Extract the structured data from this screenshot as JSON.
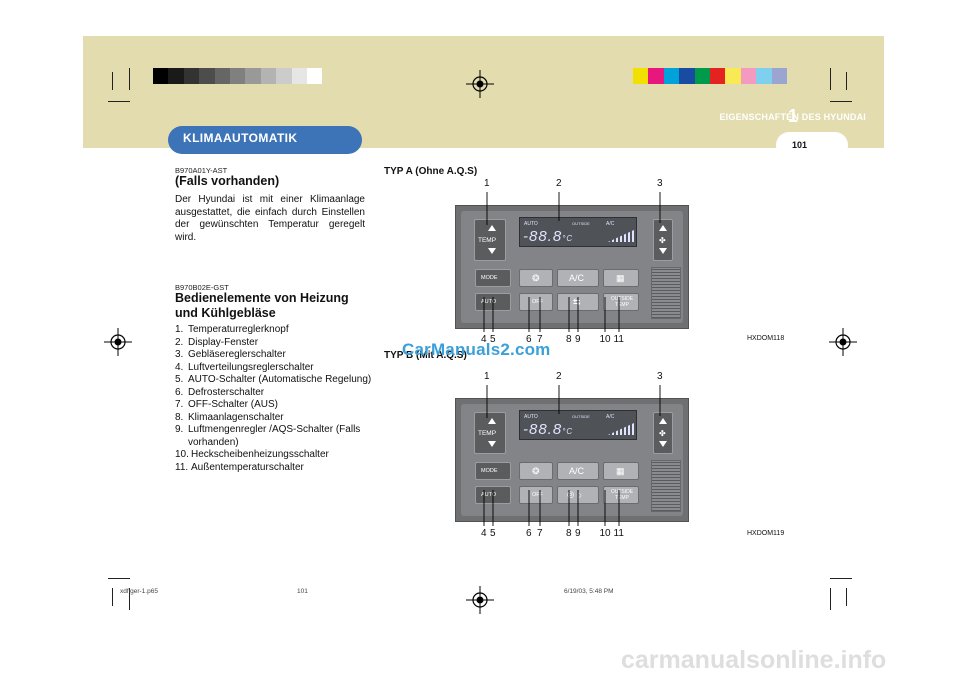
{
  "header": {
    "chapter_label": "EIGENSCHAFTEN DES HYUNDAI",
    "chapter_number": "1",
    "page_number": "101",
    "section_title": "KLIMAAUTOMATIK"
  },
  "colors": {
    "band": "#e3dcae",
    "section_tab": "#3c74b7",
    "watermark": "#3aa0d8",
    "registration_bar_left": [
      "#000000",
      "#1a1a1a",
      "#333333",
      "#4d4d4d",
      "#666666",
      "#808080",
      "#999999",
      "#b3b3b3",
      "#cccccc",
      "#e6e6e6",
      "#ffffff"
    ],
    "registration_bar_right": [
      "#f2e000",
      "#e8177d",
      "#00a3d9",
      "#1a4ba3",
      "#009a4b",
      "#e42321",
      "#f7ea55",
      "#f49ac1",
      "#7fd0ee",
      "#9aa6cf"
    ]
  },
  "section1": {
    "code": "B970A01Y-AST",
    "heading": "(Falls vorhanden)",
    "text": "Der Hyundai ist mit einer Klimaanlage ausgestattet, die einfach durch Einstellen der gewünschten Temperatur geregelt wird."
  },
  "section2": {
    "code": "B970B02E-GST",
    "heading_line1": "Bedienelemente von Heizung",
    "heading_line2": "und Kühlgebläse",
    "items": [
      {
        "n": "1.",
        "text": "Temperaturreglerknopf"
      },
      {
        "n": "2.",
        "text": "Display-Fenster"
      },
      {
        "n": "3.",
        "text": "Gebläsereglerschalter"
      },
      {
        "n": "4.",
        "text": "Luftverteilungsreglerschalter"
      },
      {
        "n": "5.",
        "text": "AUTO-Schalter (Automatische Regelung)"
      },
      {
        "n": "6.",
        "text": "Defrosterschalter"
      },
      {
        "n": "7.",
        "text": "OFF-Schalter (AUS)"
      },
      {
        "n": "8.",
        "text": "Klimaanlagenschalter"
      },
      {
        "n": "9.",
        "text": "Luftmengenregler /AQS-Schalter (Falls vorhanden)"
      },
      {
        "n": "10.",
        "text": "Heckscheibenheizungsschalter"
      },
      {
        "n": "11.",
        "text": "Außentemperaturschalter"
      }
    ]
  },
  "figures": [
    {
      "title": "TYP A (Ohne A.Q.S)",
      "code": "HXDOM118",
      "top_numbers": [
        "1",
        "2",
        "3"
      ],
      "bottom_numbers": [
        "4",
        "5",
        "6",
        "7",
        "8",
        "9",
        "10",
        "11"
      ]
    },
    {
      "title": "TYP B (Mit A.Q.S)",
      "code": "HXDOM119",
      "top_numbers": [
        "1",
        "2",
        "3"
      ],
      "bottom_numbers": [
        "4",
        "5",
        "6",
        "7",
        "8",
        "9",
        "10",
        "11"
      ]
    }
  ],
  "panel_labels": {
    "temp": "TEMP",
    "display_auto": "AUTO",
    "display_value": "-88.8",
    "display_unit": "°C",
    "display_outside": "OUTSIDE",
    "display_ac": "A/C",
    "mode": "MODE",
    "auto": "AUTO",
    "off": "OFF",
    "ac": "A/C",
    "outside_temp": "OUTSIDE TEMP"
  },
  "watermark": "CarManuals2.com",
  "footer": {
    "file": "xdfiger-1.p65",
    "page": "101",
    "date": "6/19/03, 5:48 PM"
  },
  "bottom_brand": "carmanualsonline.info"
}
